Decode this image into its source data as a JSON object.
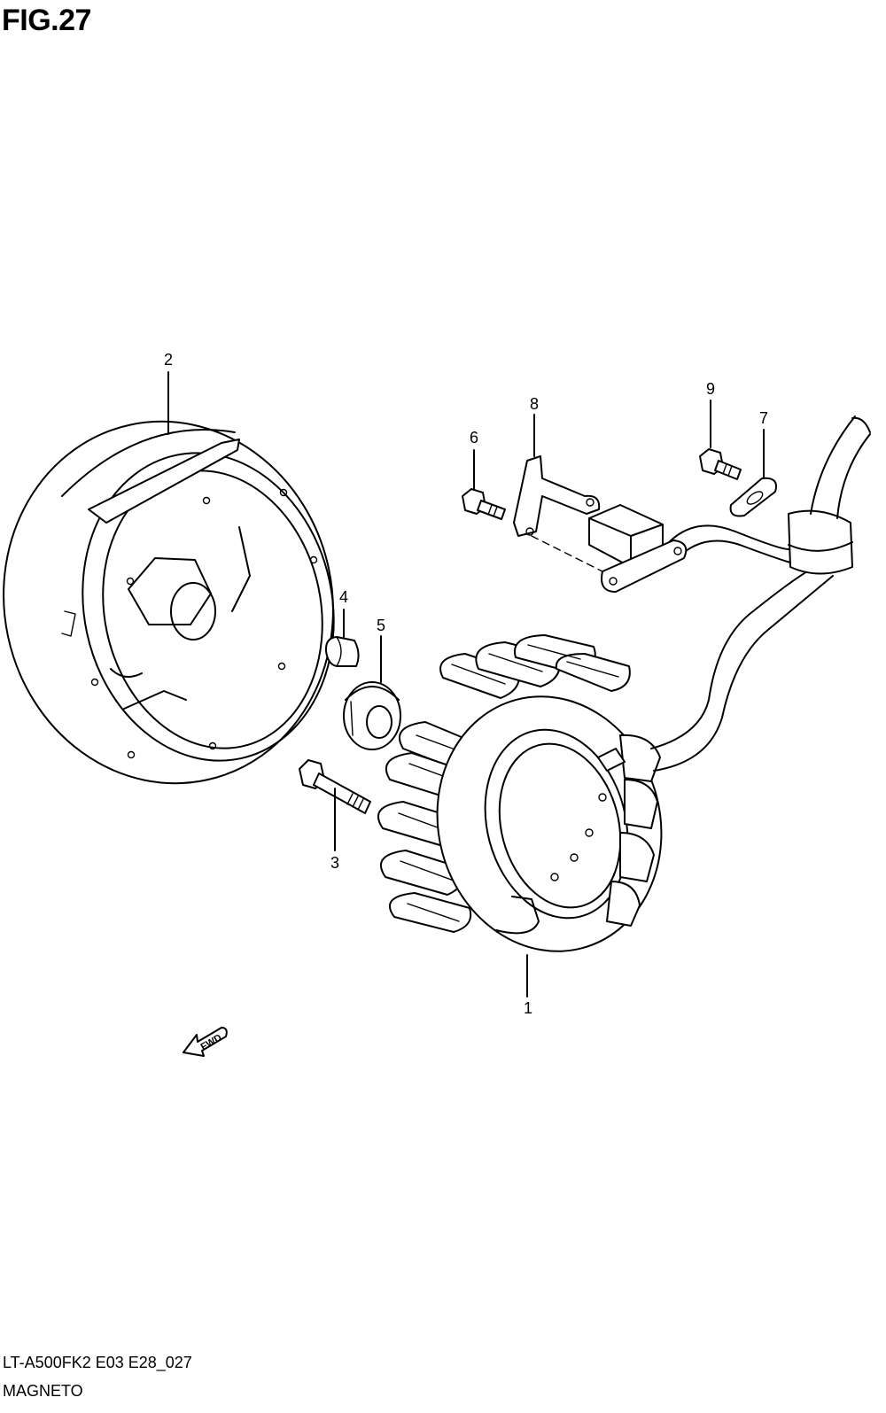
{
  "figure": {
    "title": "FIG.27"
  },
  "footer": {
    "model_code": "LT-A500FK2 E03 E28_027",
    "section_name": "MAGNETO"
  },
  "callouts": [
    "1",
    "2",
    "3",
    "4",
    "5",
    "6",
    "7",
    "8",
    "9"
  ],
  "direction_arrow": {
    "label": "FWD"
  }
}
